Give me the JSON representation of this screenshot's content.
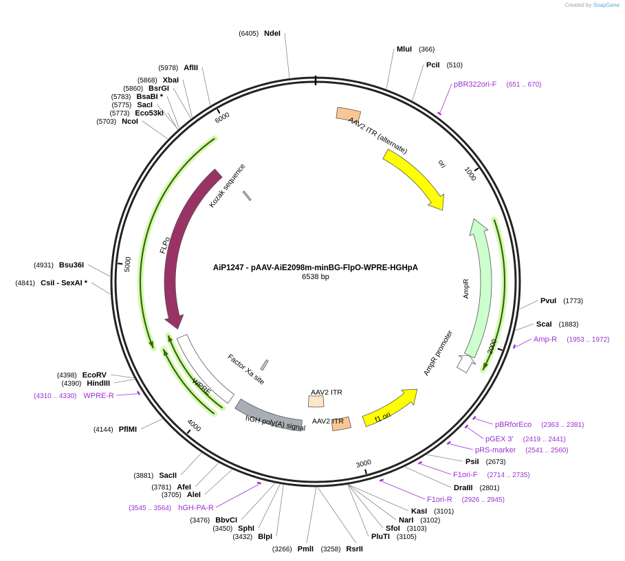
{
  "credit": {
    "prefix": "Created by",
    "brand": "SnapGene"
  },
  "plasmid": {
    "name": "AiP1247 - pAAV-AiE2098m-minBG-FlpO-WPRE-HGHpA",
    "size_label": "6538 bp",
    "length": 6538
  },
  "ticks": [
    "1000",
    "2000",
    "3000",
    "4000",
    "5000",
    "6000"
  ],
  "enzymes": [
    {
      "name": "NdeI",
      "pos": "(6405)",
      "site": 6405
    },
    {
      "name": "MluI",
      "pos": "(366)",
      "site": 366
    },
    {
      "name": "PciI",
      "pos": "(510)",
      "site": 510
    },
    {
      "name": "AflII",
      "pos": "(5978)",
      "site": 5978
    },
    {
      "name": "XbaI",
      "pos": "(5868)",
      "site": 5868
    },
    {
      "name": "BsrGI",
      "pos": "(5860)",
      "site": 5860
    },
    {
      "name": "BsaBI  *",
      "pos": "(5783)",
      "site": 5783
    },
    {
      "name": "SacI",
      "pos": "(5775)",
      "site": 5775
    },
    {
      "name": "Eco53kI",
      "pos": "(5773)",
      "site": 5773
    },
    {
      "name": "NcoI",
      "pos": "(5703)",
      "site": 5703
    },
    {
      "name": "Bsu36I",
      "pos": "(4931)",
      "site": 4931
    },
    {
      "name": "CsiI   - SexAI  *",
      "pos": "(4841)",
      "site": 4841
    },
    {
      "name": "PvuI",
      "pos": "(1773)",
      "site": 1773
    },
    {
      "name": "ScaI",
      "pos": "(1883)",
      "site": 1883
    },
    {
      "name": "EcoRV",
      "pos": "(4398)",
      "site": 4398
    },
    {
      "name": "HindIII",
      "pos": "(4390)",
      "site": 4390
    },
    {
      "name": "PflMI",
      "pos": "(4144)",
      "site": 4144
    },
    {
      "name": "PsiI",
      "pos": "(2673)",
      "site": 2673
    },
    {
      "name": "DraIII",
      "pos": "(2801)",
      "site": 2801
    },
    {
      "name": "SacII",
      "pos": "(3881)",
      "site": 3881
    },
    {
      "name": "AfeI",
      "pos": "(3781)",
      "site": 3781
    },
    {
      "name": "AleI",
      "pos": "(3705)",
      "site": 3705
    },
    {
      "name": "KasI",
      "pos": "(3101)",
      "site": 3101
    },
    {
      "name": "NarI",
      "pos": "(3102)",
      "site": 3102
    },
    {
      "name": "SfoI",
      "pos": "(3103)",
      "site": 3103
    },
    {
      "name": "PluTI",
      "pos": "(3105)",
      "site": 3105
    },
    {
      "name": "BbvCI",
      "pos": "(3476)",
      "site": 3476
    },
    {
      "name": "SphI",
      "pos": "(3450)",
      "site": 3450
    },
    {
      "name": "BlpI",
      "pos": "(3432)",
      "site": 3432
    },
    {
      "name": "PmlI",
      "pos": "(3266)",
      "site": 3266
    },
    {
      "name": "RsrII",
      "pos": "(3258)",
      "site": 3258
    }
  ],
  "primers": [
    {
      "name": "pBR322ori-F",
      "range": "(651 .. 670)",
      "site": 660
    },
    {
      "name": "Amp-R",
      "range": "(1953 .. 1972)",
      "site": 1962
    },
    {
      "name": "WPRE-R",
      "range": "(4310 .. 4330)",
      "site": 4320
    },
    {
      "name": "pBRforEco",
      "range": "(2363 .. 2381)",
      "site": 2372
    },
    {
      "name": "pGEX 3'",
      "range": "(2419 .. 2441)",
      "site": 2430
    },
    {
      "name": "pRS-marker",
      "range": "(2541 .. 2560)",
      "site": 2550
    },
    {
      "name": "F1ori-F",
      "range": "(2714 .. 2735)",
      "site": 2724
    },
    {
      "name": "F1ori-R",
      "range": "(2926 .. 2945)",
      "site": 2935
    },
    {
      "name": "hGH-PA-R",
      "range": "(3545 .. 3564)",
      "site": 3554
    }
  ],
  "features": [
    {
      "name": "AAV2 ITR (alternate)",
      "color": "#f9c795",
      "kind": "box",
      "start": 130,
      "end": 270,
      "r": 248
    },
    {
      "name": "ori",
      "color": "#ffff00",
      "kind": "arrow",
      "dir": 1,
      "start": 520,
      "end": 1100,
      "r": 212
    },
    {
      "name": "AmpR",
      "color": "#ccffcc",
      "kind": "arrow",
      "dir": -1,
      "start": 1240,
      "end": 2100,
      "r": 248
    },
    {
      "name": "AmpR promoter",
      "color": "#ffffff",
      "kind": "arrow",
      "dir": -1,
      "start": 2100,
      "end": 2200,
      "r": 248
    },
    {
      "name": "f1 ori",
      "color": "#ffff00",
      "kind": "arrow",
      "dir": -1,
      "start": 2480,
      "end": 2920,
      "r": 215
    },
    {
      "name": "AAV2 ITR",
      "color": "#f9c795",
      "kind": "box",
      "start": 3020,
      "end": 3150,
      "r": 210
    },
    {
      "name": "AAV2 ITR",
      "color": "#ffe6c8",
      "kind": "box",
      "start": 3200,
      "end": 3330,
      "r": 174
    },
    {
      "name": "hGH poly(A) signal",
      "color": "#a9adb4",
      "kind": "box",
      "start": 3370,
      "end": 3860,
      "r": 210
    },
    {
      "name": "WPRE",
      "color": "#ffffff",
      "kind": "box",
      "start": 3920,
      "end": 4500,
      "r": 210
    },
    {
      "name": "Factor Xa site",
      "color": "#cccccc",
      "kind": "box",
      "start": 3830,
      "end": 3855,
      "r": 142
    },
    {
      "name": "FLPo",
      "color": "#993366",
      "kind": "arrow",
      "dir": -1,
      "start": 4560,
      "end": 5780,
      "r": 212
    },
    {
      "name": "Kozak sequence",
      "color": "#cccccc",
      "kind": "box",
      "start": 5830,
      "end": 5845,
      "r": 160
    }
  ],
  "orfs": [
    {
      "dir": 1,
      "start": 1285,
      "end": 2140,
      "r": 275
    },
    {
      "dir": -1,
      "start": 4500,
      "end": 5900,
      "r": 255
    },
    {
      "dir": 1,
      "start": 3950,
      "end": 4470,
      "r": 242
    },
    {
      "dir": 1,
      "start": 3930,
      "end": 4540,
      "r": 228
    }
  ]
}
